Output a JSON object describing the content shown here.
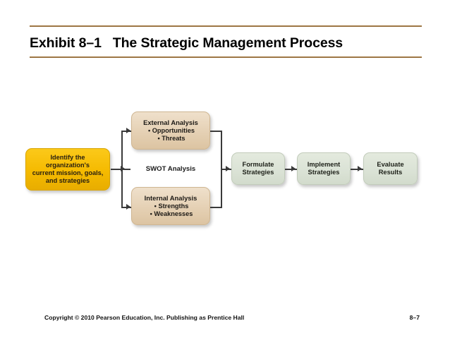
{
  "header": {
    "title": "Exhibit 8–1   The Strategic Management Process",
    "rule_color": "#9a7240"
  },
  "diagram": {
    "type": "process-flow",
    "start": {
      "label": "Identify the\norganization's\ncurrent mission, goals,\nand strategies",
      "lines": [
        "Identify the",
        "organization's",
        "current mission, goals,",
        "and strategies"
      ],
      "color": "#f5ba00"
    },
    "swot_label": "SWOT Analysis",
    "analysis": [
      {
        "name": "external-analysis",
        "title": "External Analysis",
        "bullets": [
          "• Opportunities",
          "• Threats"
        ],
        "color": "#e4cfb2"
      },
      {
        "name": "internal-analysis",
        "title": "Internal Analysis",
        "bullets": [
          "• Strengths",
          "• Weaknesses"
        ],
        "color": "#e4cfb2"
      }
    ],
    "stages": [
      {
        "name": "formulate-strategies",
        "lines": [
          "Formulate",
          "Strategies"
        ],
        "color": "#dae2d5"
      },
      {
        "name": "implement-strategies",
        "lines": [
          "Implement",
          "Strategies"
        ],
        "color": "#dae2d5"
      },
      {
        "name": "evaluate-results",
        "lines": [
          "Evaluate",
          "Results"
        ],
        "color": "#dae2d5"
      }
    ]
  },
  "footer": {
    "copyright": "Copyright © 2010 Pearson Education, Inc. Publishing as Prentice Hall",
    "page": "8–7"
  }
}
